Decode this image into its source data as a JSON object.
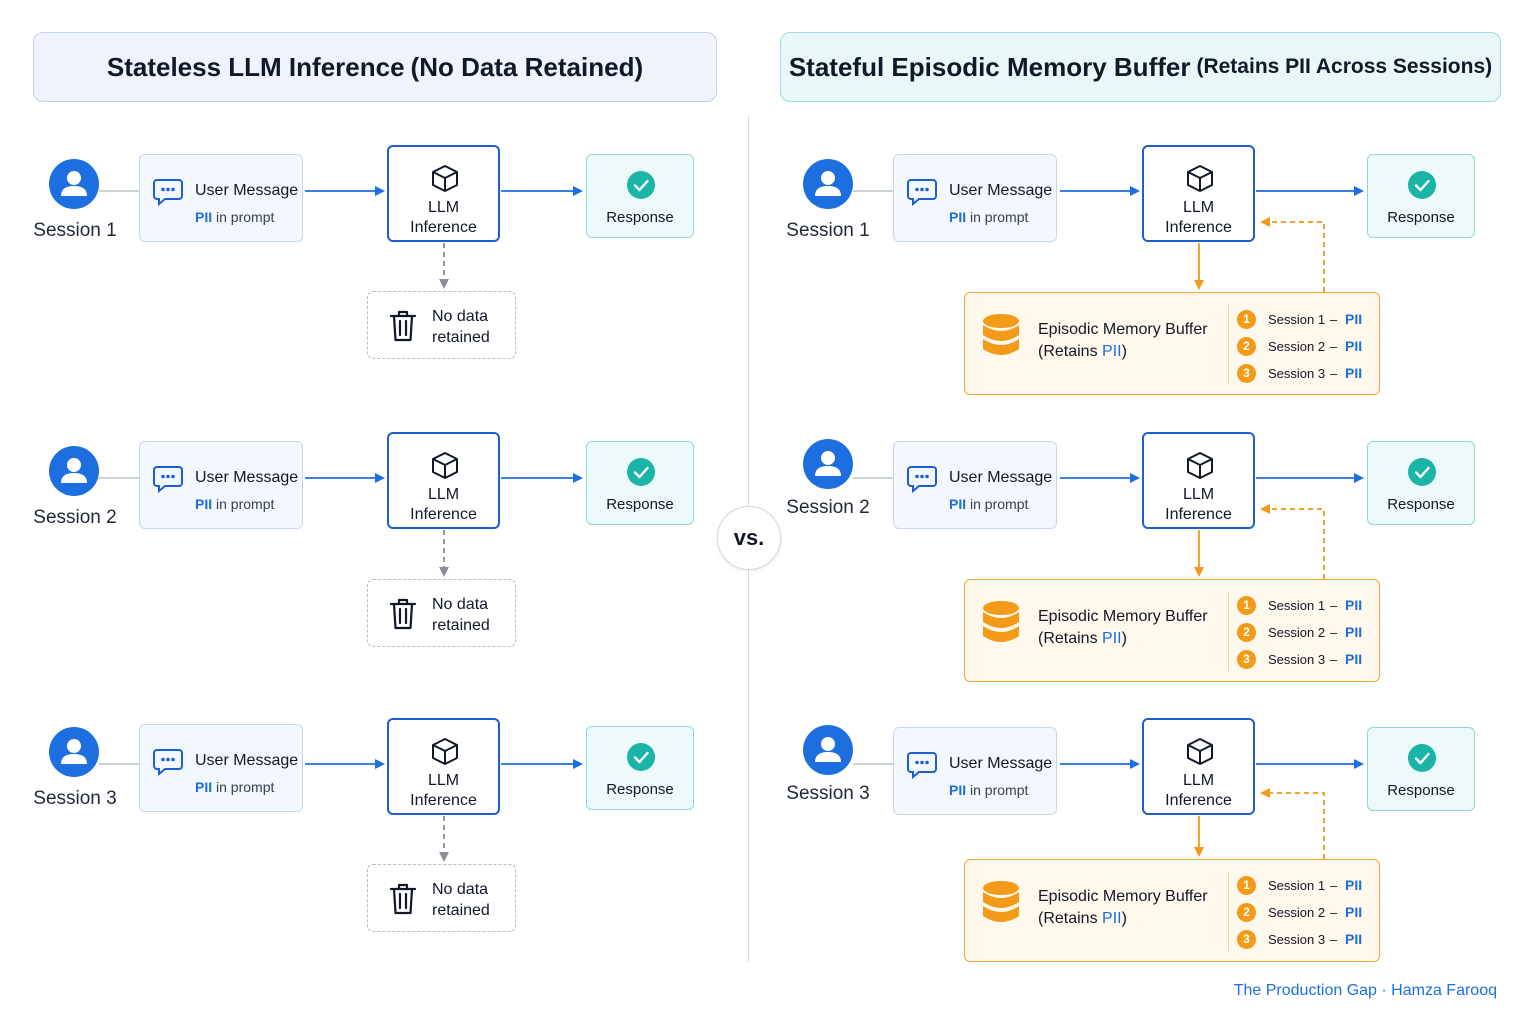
{
  "colors": {
    "accent_blue": "#1d6fe0",
    "llm_border": "#1d5fd0",
    "memory_orange": "#f39a18",
    "response_teal": "#1bb5a8"
  },
  "left": {
    "title": "Stateless LLM Inference",
    "title_suffix": "(No Data Retained)",
    "sessions": [
      {
        "label": "Session 1",
        "message_title": "User Message",
        "pii": "PII",
        "in_prompt": "in prompt",
        "llm_line1": "LLM",
        "llm_line2": "Inference",
        "response": "Response",
        "nodata_line1": "No data",
        "nodata_line2": "retained"
      },
      {
        "label": "Session 2",
        "message_title": "User Message",
        "pii": "PII",
        "in_prompt": "in prompt",
        "llm_line1": "LLM",
        "llm_line2": "Inference",
        "response": "Response",
        "nodata_line1": "No data",
        "nodata_line2": "retained"
      },
      {
        "label": "Session 3",
        "message_title": "User Message",
        "pii": "PII",
        "in_prompt": "in prompt",
        "llm_line1": "LLM",
        "llm_line2": "Inference",
        "response": "Response",
        "nodata_line1": "No data",
        "nodata_line2": "retained"
      }
    ]
  },
  "vs_label": "vs.",
  "right": {
    "title": "Stateful Episodic Memory Buffer",
    "title_suffix": "(Retains PII Across Sessions)",
    "sessions": [
      {
        "label": "Session 1",
        "message_title": "User Message",
        "pii": "PII",
        "in_prompt": "in prompt",
        "llm_line1": "LLM",
        "llm_line2": "Inference",
        "response": "Response",
        "memory_title": "Episodic Memory Buffer",
        "memory_retains_open": "(Retains",
        "memory_pii": "PII",
        "memory_retains_close": ")",
        "entries": [
          {
            "num": "1",
            "session": "Session 1",
            "dash": "–",
            "pii": "PII"
          },
          {
            "num": "2",
            "session": "Session 2",
            "dash": "–",
            "pii": "PII"
          },
          {
            "num": "3",
            "session": "Session 3",
            "dash": "–",
            "pii": "PII"
          }
        ]
      },
      {
        "label": "Session 2",
        "message_title": "User Message",
        "pii": "PII",
        "in_prompt": "in prompt",
        "llm_line1": "LLM",
        "llm_line2": "Inference",
        "response": "Response",
        "memory_title": "Episodic Memory Buffer",
        "memory_retains_open": "(Retains",
        "memory_pii": "PII",
        "memory_retains_close": ")",
        "entries": [
          {
            "num": "1",
            "session": "Session 1",
            "dash": "–",
            "pii": "PII"
          },
          {
            "num": "2",
            "session": "Session 2",
            "dash": "–",
            "pii": "PII"
          },
          {
            "num": "3",
            "session": "Session 3",
            "dash": "–",
            "pii": "PII"
          }
        ]
      },
      {
        "label": "Session 3",
        "message_title": "User Message",
        "pii": "PII",
        "in_prompt": "in prompt",
        "llm_line1": "LLM",
        "llm_line2": "Inference",
        "response": "Response",
        "memory_title": "Episodic Memory Buffer",
        "memory_retains_open": "(Retains",
        "memory_pii": "PII",
        "memory_retains_close": ")",
        "entries": [
          {
            "num": "1",
            "session": "Session 1",
            "dash": "–",
            "pii": "PII"
          },
          {
            "num": "2",
            "session": "Session 2",
            "dash": "–",
            "pii": "PII"
          },
          {
            "num": "3",
            "session": "Session 3",
            "dash": "–",
            "pii": "PII"
          }
        ]
      }
    ]
  },
  "footer": {
    "credit_source": "The Production Gap",
    "credit_sep": "·",
    "credit_author": "Hamza Farooq"
  }
}
